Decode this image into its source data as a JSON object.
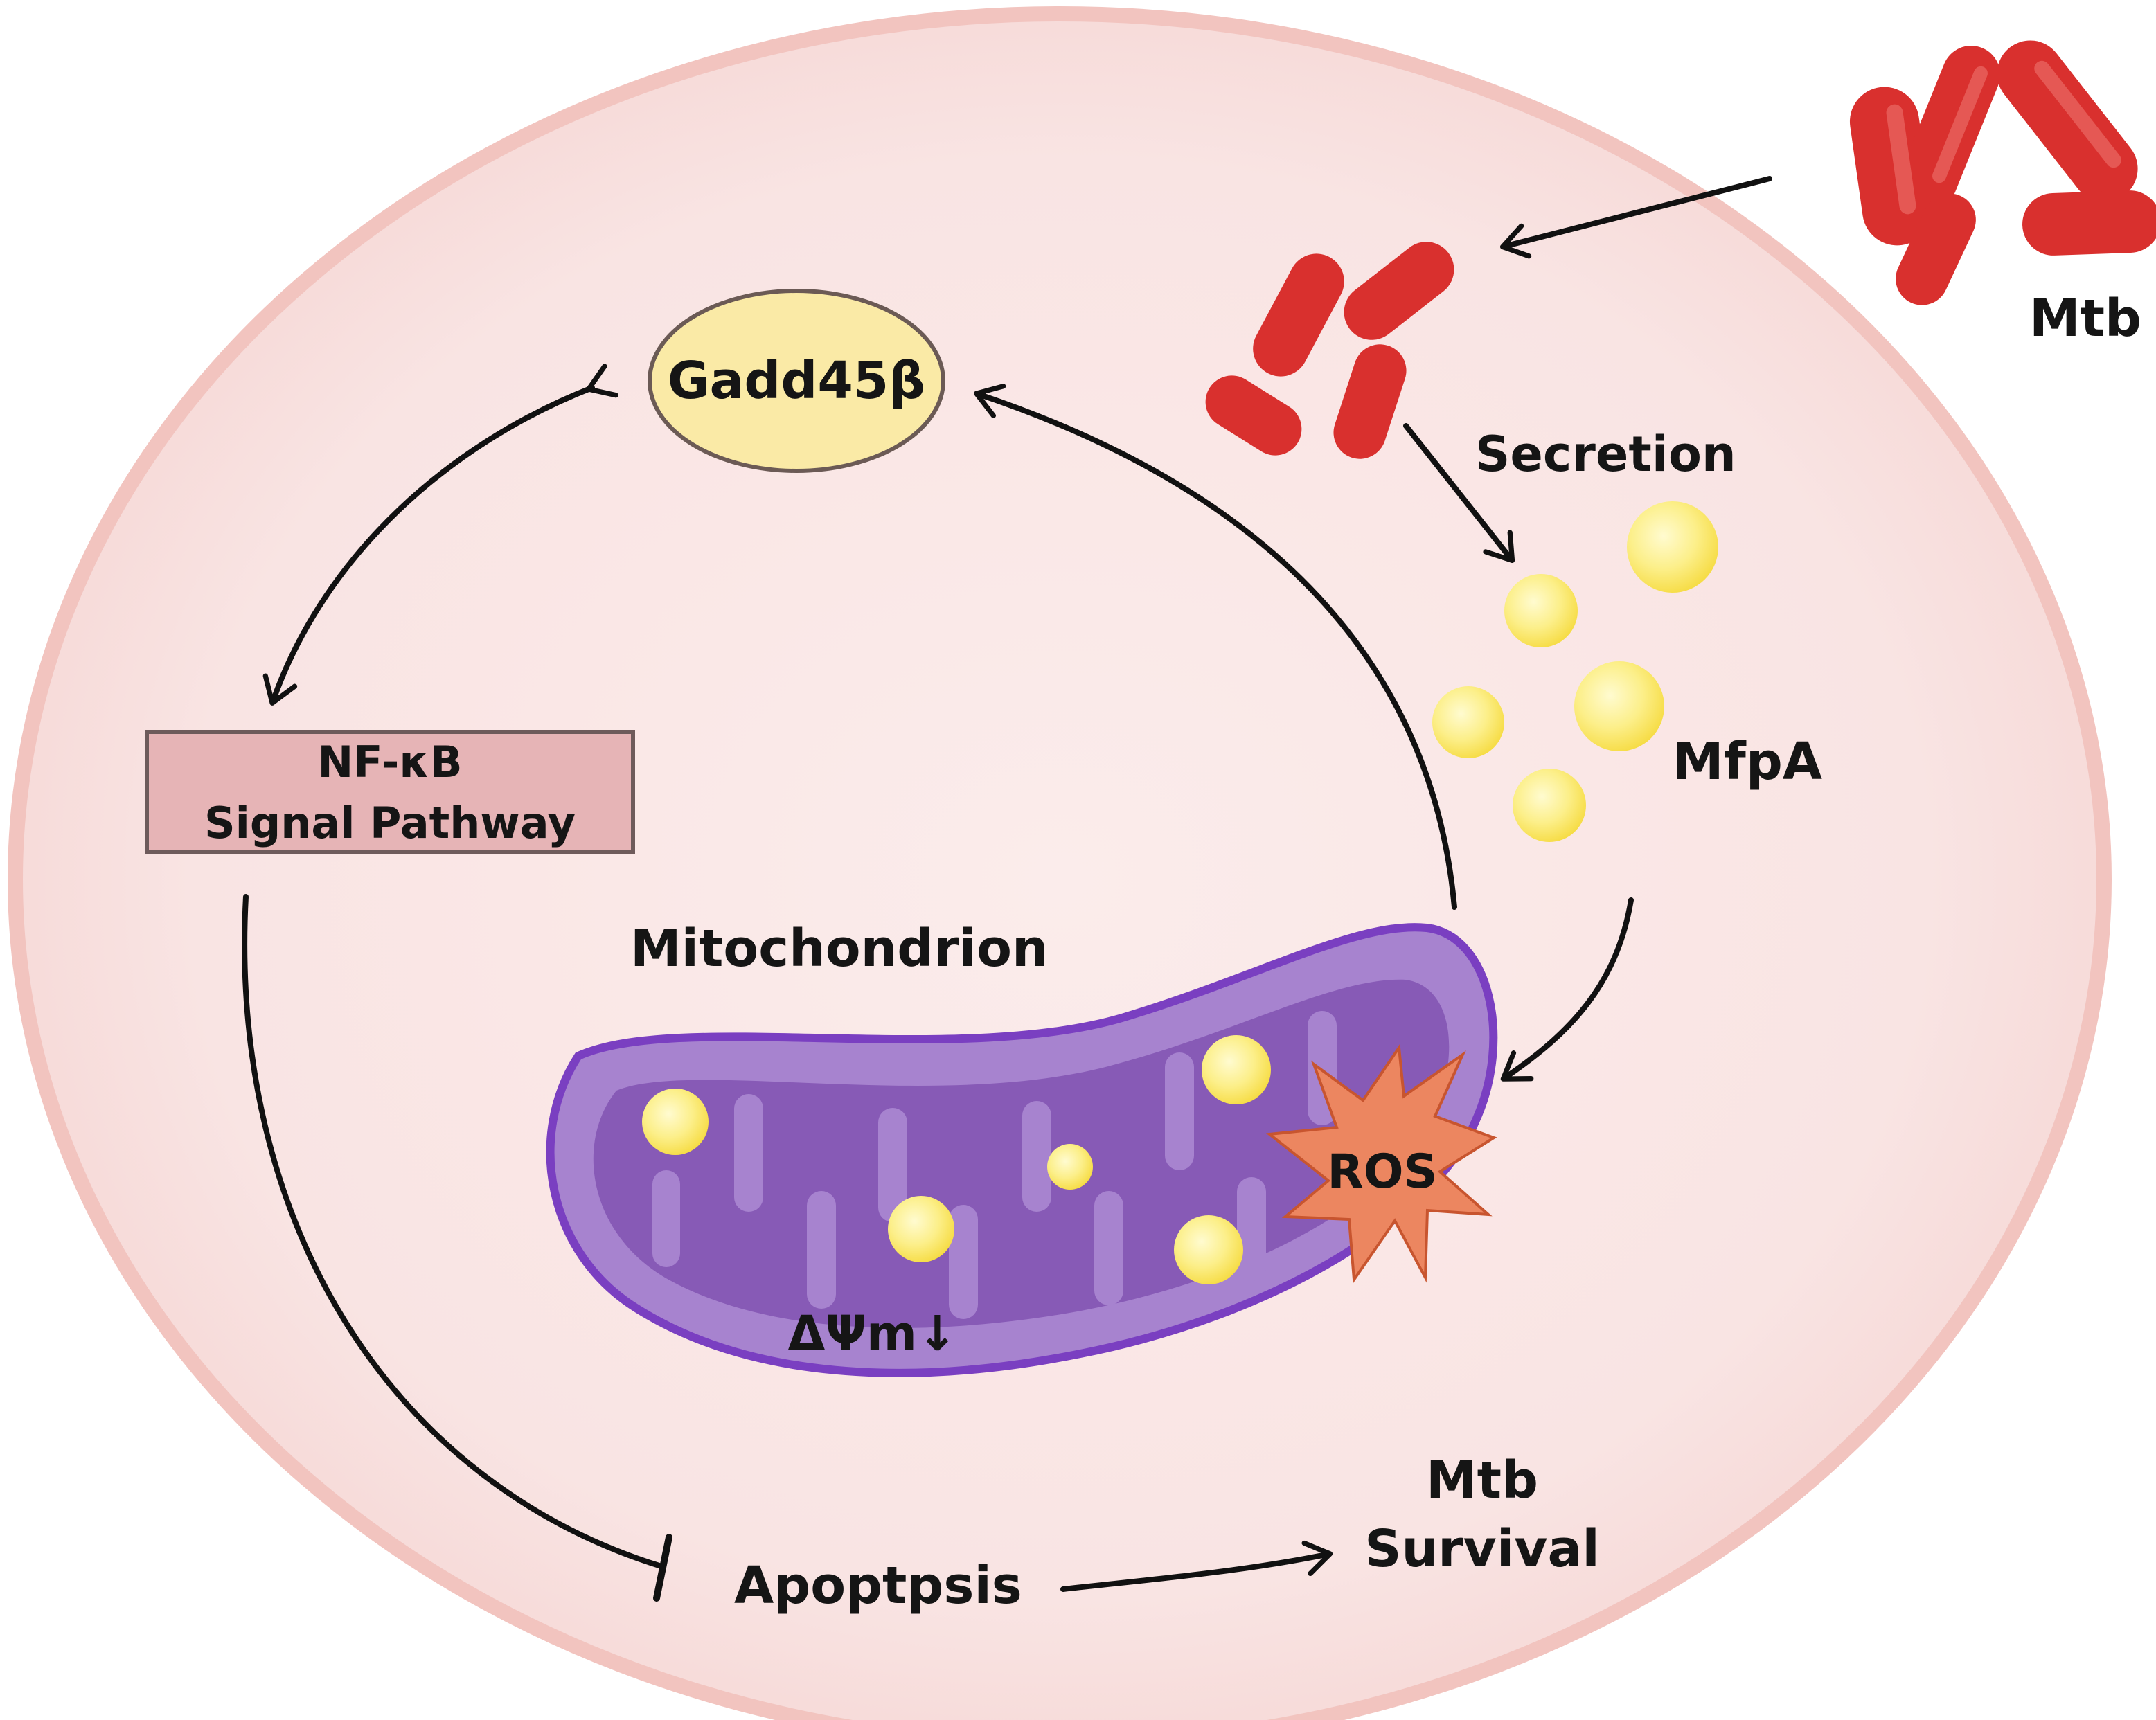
{
  "labels": {
    "mtb_outside": "Mtb",
    "secretion": "Secretion",
    "mfpa": "MfpA",
    "gadd45b": "Gadd45β",
    "nfkb_line1": "NF-κB",
    "nfkb_line2": "Signal Pathway",
    "mitochondrion": "Mitochondrion",
    "ros": "ROS",
    "delta_psi": "ΔΨm↓",
    "apoptosis": "Apoptpsis",
    "survival_line1": "Mtb",
    "survival_line2": "Survival"
  },
  "colors": {
    "cell_fill": "#f9e4e3",
    "cell_outline": "#f2c4bf",
    "bacteria": "#d9302e",
    "mfpa_particles": "#fbe978",
    "gadd45b_fill": "#faeaa6",
    "nfkb_fill": "#e6b4b6",
    "mito_outer": "#a783cf",
    "mito_inner": "#875ab6",
    "mito_outline": "#7a3fc1",
    "ros_fill": "#ec8660",
    "arrow": "#111111"
  },
  "relations": [
    {
      "from": "Mtb",
      "to": "Mtb (intracellular)",
      "type": "arrow"
    },
    {
      "from": "Mtb (intracellular)",
      "to": "MfpA",
      "type": "arrow",
      "label": "Secretion"
    },
    {
      "from": "MfpA",
      "to": "ROS",
      "type": "arrow"
    },
    {
      "from": "Mitochondrion",
      "to": "Gadd45β",
      "type": "arrow"
    },
    {
      "from": "Gadd45β",
      "to": "NF-κB Signal Pathway",
      "type": "bidirectional"
    },
    {
      "from": "NF-κB Signal Pathway",
      "to": "Apoptpsis",
      "type": "inhibition"
    },
    {
      "from": "Apoptpsis",
      "to": "Mtb Survival",
      "type": "arrow"
    }
  ]
}
